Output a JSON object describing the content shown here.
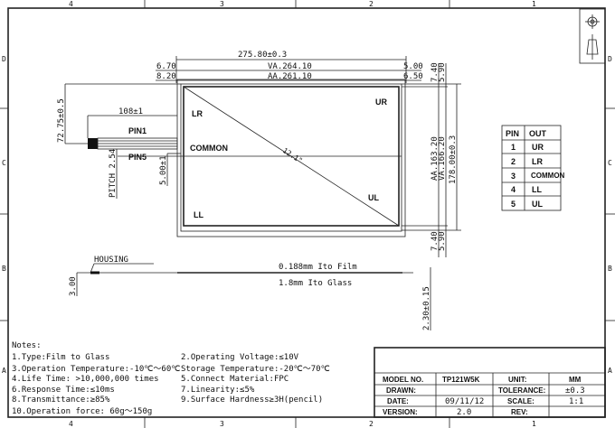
{
  "border": {
    "columns": [
      "4",
      "3",
      "2",
      "1"
    ],
    "rows": [
      "D",
      "C",
      "B",
      "A"
    ]
  },
  "front_view": {
    "overall_width": "275.80±0.3",
    "va_left": "6.70",
    "va_width": "VA.264.10",
    "va_right": "5.00",
    "aa_left": "8.20",
    "aa_width": "AA.261.10",
    "aa_right": "6.50",
    "top_offset_aa": "7.40",
    "top_offset_va": "5.90",
    "aa_height": "AA.163.20",
    "va_height": "VA.166.20",
    "overall_height": "178.00±0.3",
    "bottom_offset_aa": "7.40",
    "bottom_offset_va": "5.90",
    "diagonal": "12.1\"",
    "corner_labels": {
      "lr": "LR",
      "ur": "UR",
      "common": "COMMON",
      "ul": "UL",
      "ll": "LL"
    }
  },
  "fpc": {
    "offset": "72.75±0.5",
    "length": "108±1",
    "pin1": "PIN1",
    "pin5": "PIN5",
    "pitch": "PITCH 2.54",
    "tail_offset": "5.00±1"
  },
  "pin_table": {
    "headers": [
      "PIN",
      "OUT"
    ],
    "rows": [
      [
        "1",
        "UR"
      ],
      [
        "2",
        "LR"
      ],
      [
        "3",
        "COMMON"
      ],
      [
        "4",
        "LL"
      ],
      [
        "5",
        "UL"
      ]
    ]
  },
  "side_view": {
    "housing": "HOUSING",
    "film": "0.188mm Ito Film",
    "glass": "1.8mm Ito Glass",
    "housing_thickness": "3.00",
    "total_thickness": "2.30±0.15"
  },
  "notes": {
    "title": "Notes:",
    "left": [
      "1.Type:Film to Glass",
      "3.Operation Temperature:-10℃～60℃",
      "4.Life Time: >10,000,000 times",
      "6.Response Time:≤10ms",
      "8.Transmittance:≥85%",
      "10.Operation force: 60g～150g"
    ],
    "right": [
      "2.Operating Voltage:≤10V",
      "Storage Temperature:-20℃～70℃",
      " 5.Connect Material:FPC",
      "7.Linearity:≤5%",
      "9.Surface Hardness≥3H(pencil)"
    ]
  },
  "title_block": {
    "model_label": "MODEL NO.",
    "model": "TP121W5K",
    "unit_label": "UNIT:",
    "unit": "MM",
    "drawn_label": "DRAWN:",
    "drawn": "",
    "tolerance_label": "TOLERANCE:",
    "tolerance": "±0.3",
    "date_label": "DATE:",
    "date": "09/11/12",
    "scale_label": "SCALE:",
    "scale": "1:1",
    "version_label": "VERSION:",
    "version": "2.0",
    "rev_label": "REV:",
    "rev": ""
  }
}
